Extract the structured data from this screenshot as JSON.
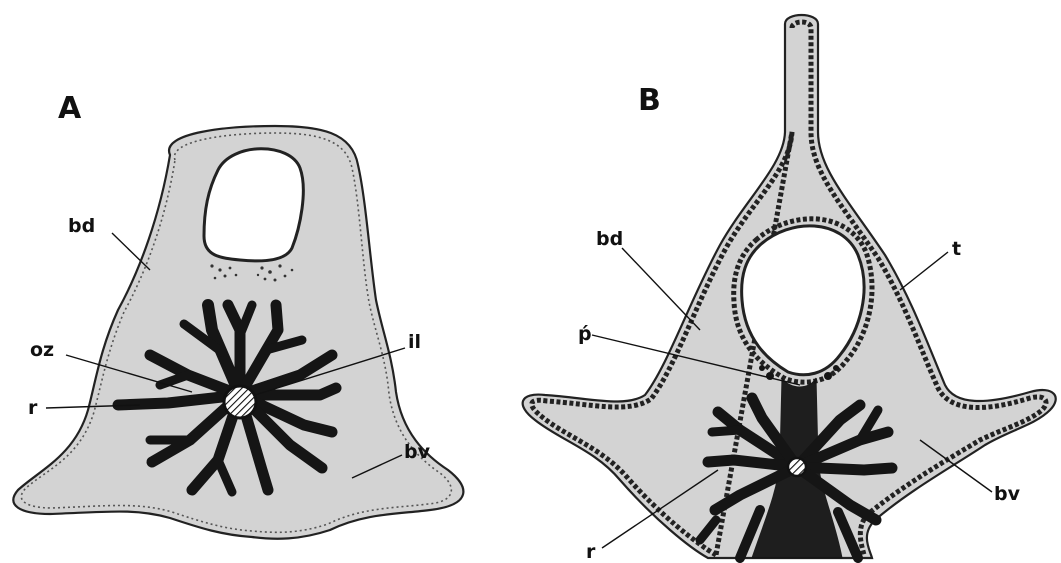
{
  "panels": [
    {
      "letter": "A",
      "labels": [
        "bd",
        "oz",
        "r",
        "il",
        "bv"
      ]
    },
    {
      "letter": "B",
      "labels": [
        "bd",
        "ṕ",
        "r",
        "t",
        "bv"
      ]
    }
  ],
  "colors": {
    "tissue": "#d3d3d3",
    "outline": "#222222",
    "dark_structures": "#151515",
    "background": "#ffffff"
  }
}
